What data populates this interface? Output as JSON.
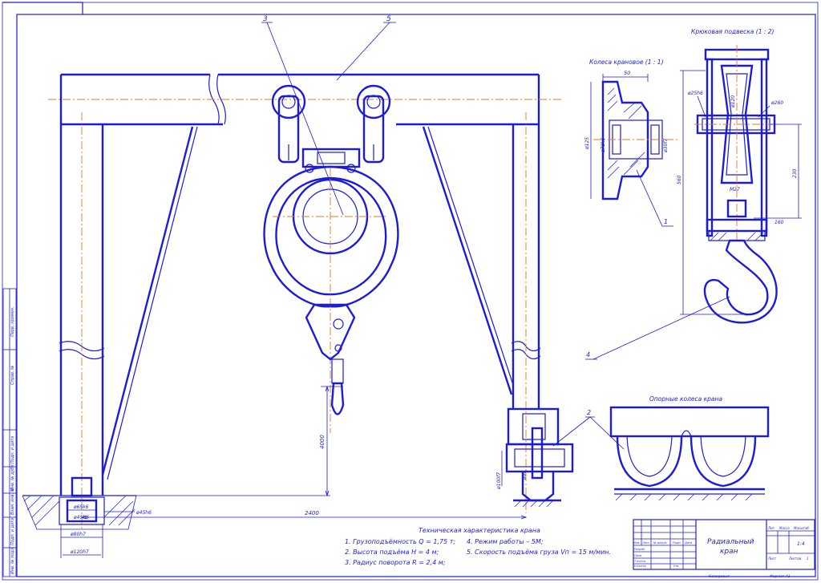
{
  "views": {
    "wheel_title": "Колеса крановое (1 : 1)",
    "suspension_title": "Крюковая подвеска (1 : 2)",
    "support_title": "Опорные колеса крана"
  },
  "callouts": [
    "3",
    "5",
    "1",
    "4",
    "2"
  ],
  "dims": {
    "span": "2400",
    "lift_height": "4000",
    "wheel_width": "50",
    "wheel_d1": "ø125",
    "wheel_d2": "ø72k6",
    "wheel_d3": "ø30f7",
    "susp_d1": "ø25h6",
    "susp_d2": "ø260",
    "susp_d3": "ø120",
    "susp_h1": "560",
    "susp_h2": "230",
    "susp_thread": "M27",
    "susp_w": "160",
    "roller_d": "ø100f7",
    "roller_d2": "ø98",
    "base_d1": "ø65k6",
    "base_d2": "ø45h6",
    "base_d3": "ø80h7",
    "base_d4": "ø120h7",
    "col_fit": "ø45h6"
  },
  "specs": {
    "title": "Техническая характеристика крана",
    "items": [
      "1. Грузоподъёмность Q = 1,75 т;",
      "2. Высота подъёма H = 4 м;",
      "3. Радиус поворота R = 2,4 м;",
      "4. Режим работы – 5М;",
      "5. Скорость подъёма груза Vп = 15 м/мин."
    ]
  },
  "title_block": {
    "name_line1": "Радиальный",
    "name_line2": "кран",
    "sheet": "Лист",
    "sheets": "Листов",
    "sheets_count": "1",
    "scale": "1:4",
    "mass_label": "Масса",
    "scale_label": "Масштаб",
    "lit": "Лит.",
    "copied": "Копировал",
    "format": "Формат А1",
    "col_izm": "Изм.",
    "col_list": "Лист",
    "col_doc": "№ докум.",
    "col_sign": "Подп.",
    "col_date": "Дата",
    "row_dev": "Разраб.",
    "row_check": "Пров.",
    "row_tk": "Т.контр.",
    "row_nk": "Н.контр.",
    "row_utv": "Утв."
  },
  "side_stamps": [
    "Перв. примен.",
    "Справ. №",
    "Подп. и дата",
    "Инв. № дубл.",
    "Взам. инв. №",
    "Подп. и дата",
    "Инв. № подл."
  ],
  "colors": {
    "line": "#1c1cd8",
    "center": "#e07b1a",
    "paper": "#ffffff"
  }
}
